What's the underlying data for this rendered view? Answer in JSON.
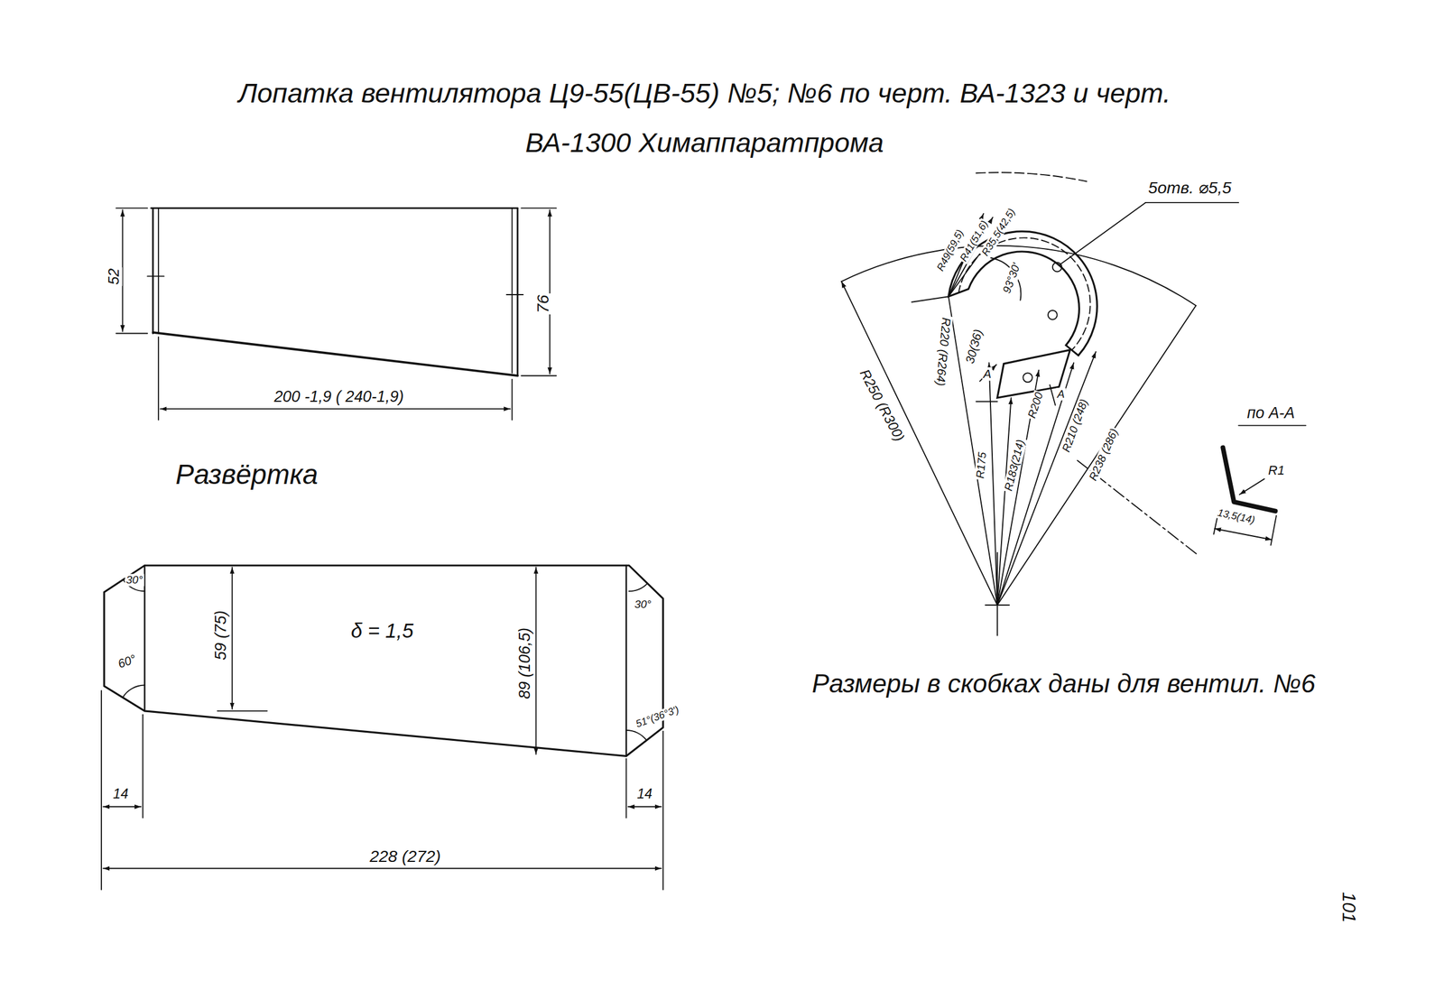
{
  "diagram": {
    "title": "Лопатка вентилятора Ц9-55(ЦВ-55) №5; №6 по черт. ВА-1323 и черт. ВА-1300 Химаппаратпрома",
    "labels": [
      "52",
      "76",
      "200 -1,9 ( 240-1,9)",
      "Развёртка",
      "30°",
      "60°",
      "59 (75)",
      "δ = 1,5",
      "89 (106,5)",
      "30°",
      "51°(36°3')",
      "14",
      "14",
      "228 (272)",
      "R49(59,5)",
      "R41(51,6)",
      "R35,5(42,5)",
      "93°30'",
      "5отв. ⌀5,5",
      "R250 (R300)",
      "R220 (R264)",
      "30(36)",
      "A",
      "R175",
      "R183(214)",
      "R200",
      "A",
      "R210 (248)",
      "R238 (286)",
      "по А-А",
      "R1",
      "13,5(14)",
      "Размеры в скобках даны для вентил. №6",
      "101"
    ]
  }
}
